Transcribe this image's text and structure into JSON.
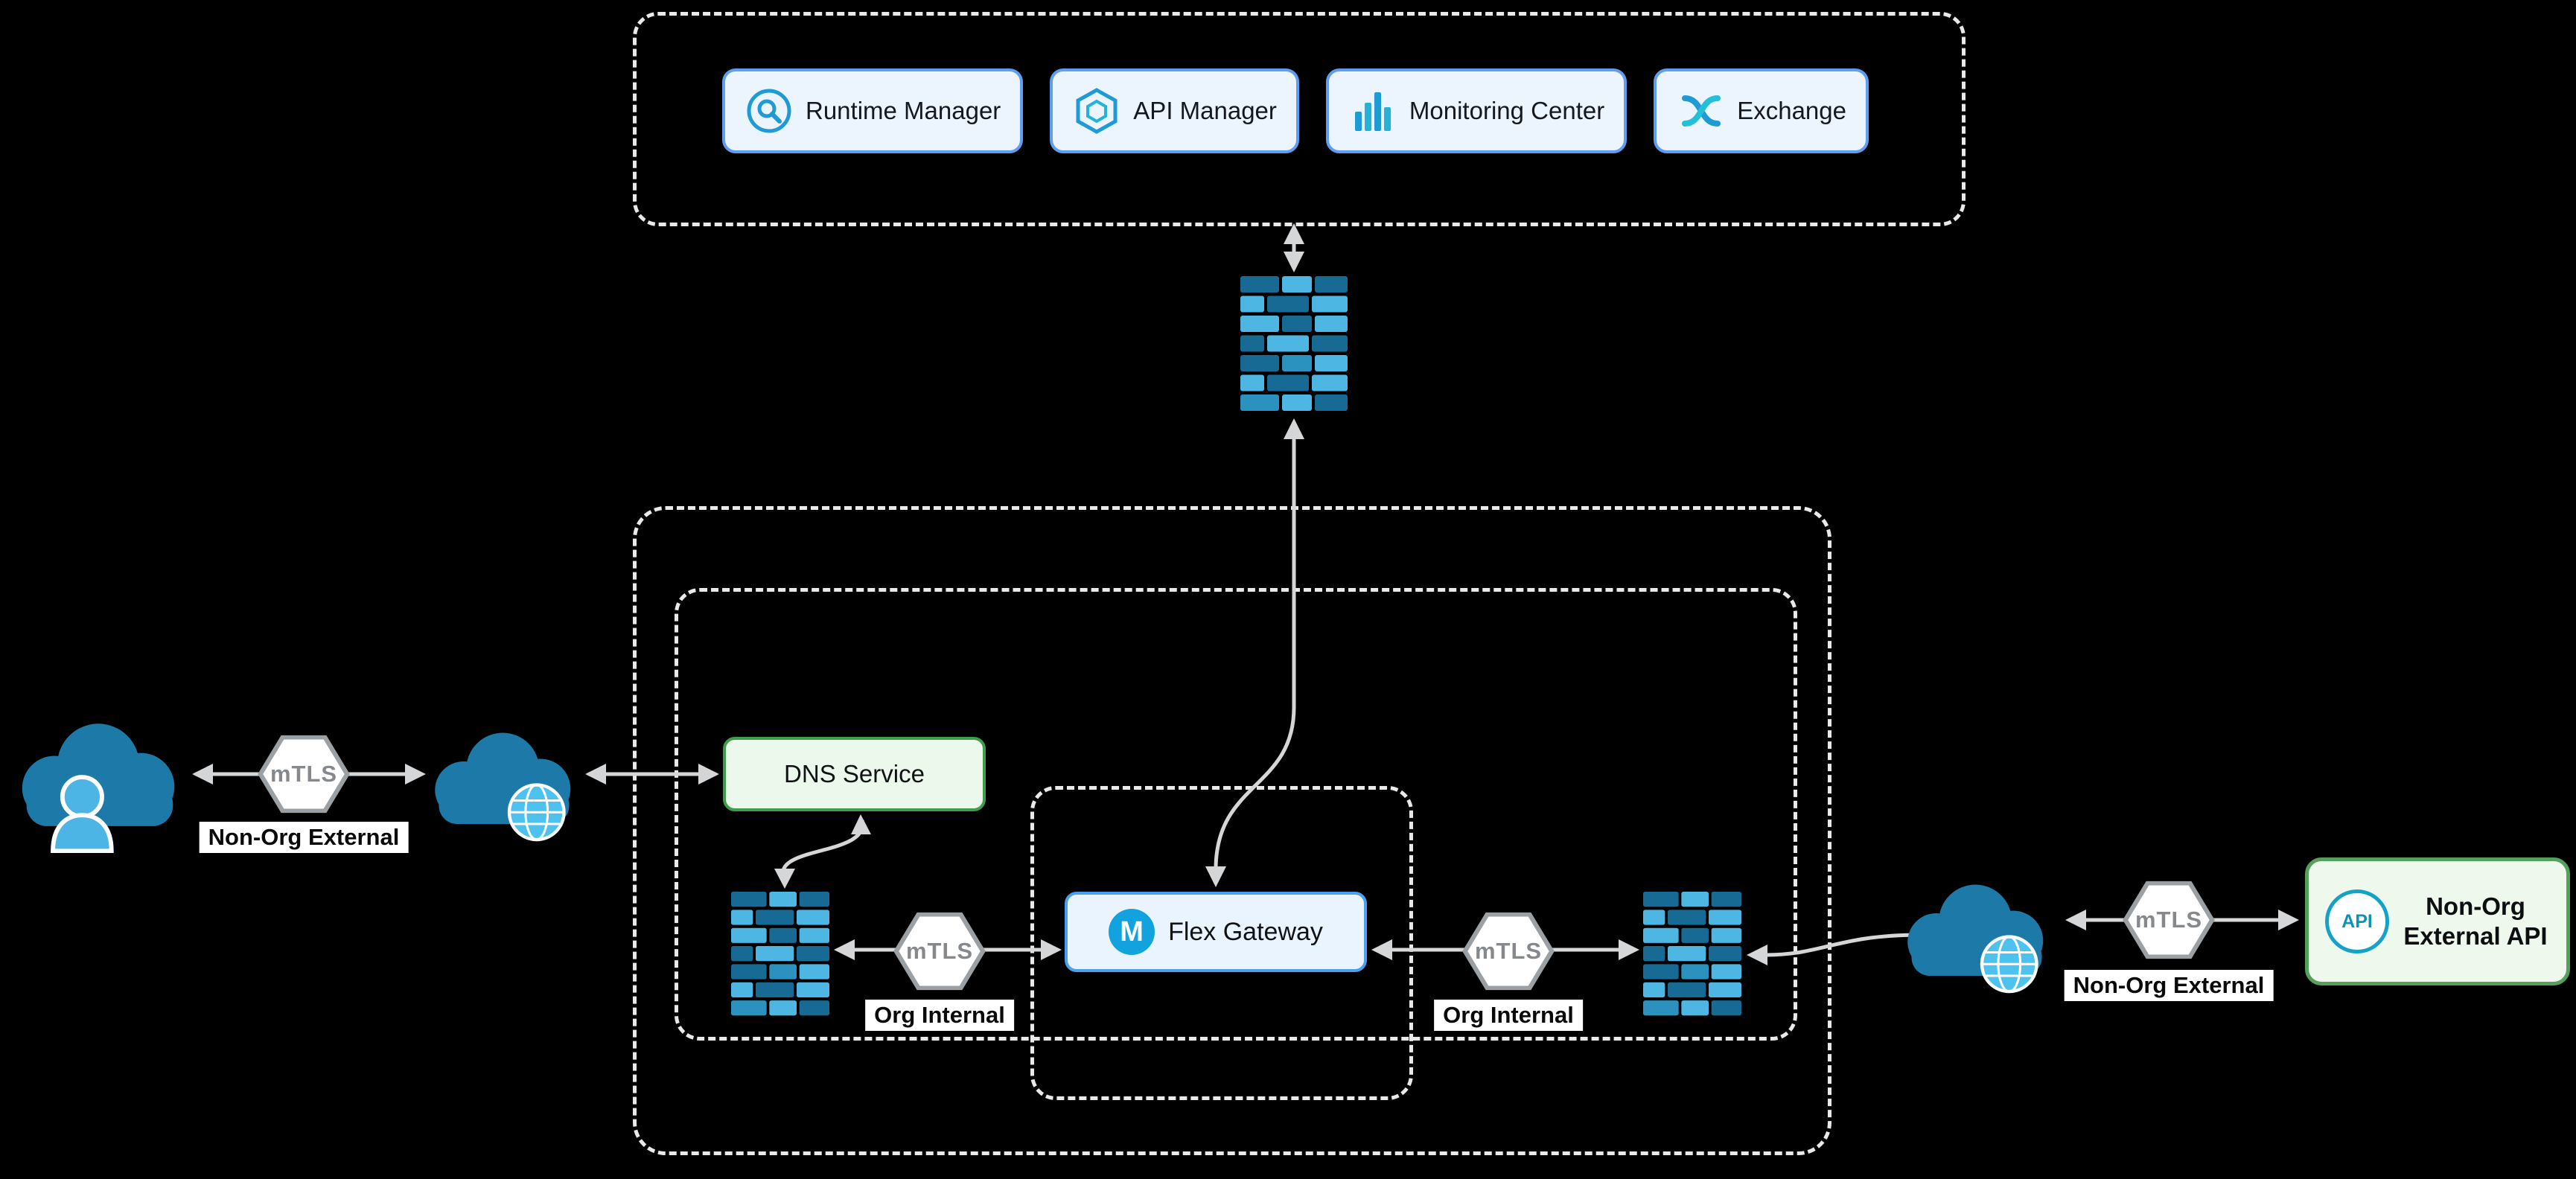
{
  "colors": {
    "background": "#000000",
    "dashed_border": "#e9e9e9",
    "blue_node_border": "#5f9df1",
    "blue_node_bg": "#ecf4fe",
    "green_node_border": "#3d9e4a",
    "green_node_bg": "#edf8ed",
    "arrow": "#d4d6d8",
    "hexagon_border": "#9aa0a4",
    "hexagon_text": "#85898d",
    "brick_dark": "#176a94",
    "brick_light": "#4db6e3",
    "cloud_fill": "#1d7aa8",
    "icon_blue": "#1e9ad5"
  },
  "control_plane": {
    "items": [
      {
        "label": "Runtime Manager",
        "icon": "runtime-manager-icon"
      },
      {
        "label": "API Manager",
        "icon": "api-manager-icon"
      },
      {
        "label": "Monitoring Center",
        "icon": "monitoring-center-icon"
      },
      {
        "label": "Exchange",
        "icon": "exchange-icon"
      }
    ]
  },
  "nodes": {
    "dns_service": {
      "label": "DNS Service"
    },
    "flex_gateway": {
      "label": "Flex Gateway",
      "icon_letter": "M"
    },
    "external_api": {
      "label": "Non-Org External API",
      "icon_text": "API"
    }
  },
  "mtls": {
    "label": "mTLS",
    "chips": {
      "left_external": "Non-Org External",
      "org_internal_left": "Org Internal",
      "org_internal_right": "Org Internal",
      "right_external": "Non-Org External"
    }
  }
}
